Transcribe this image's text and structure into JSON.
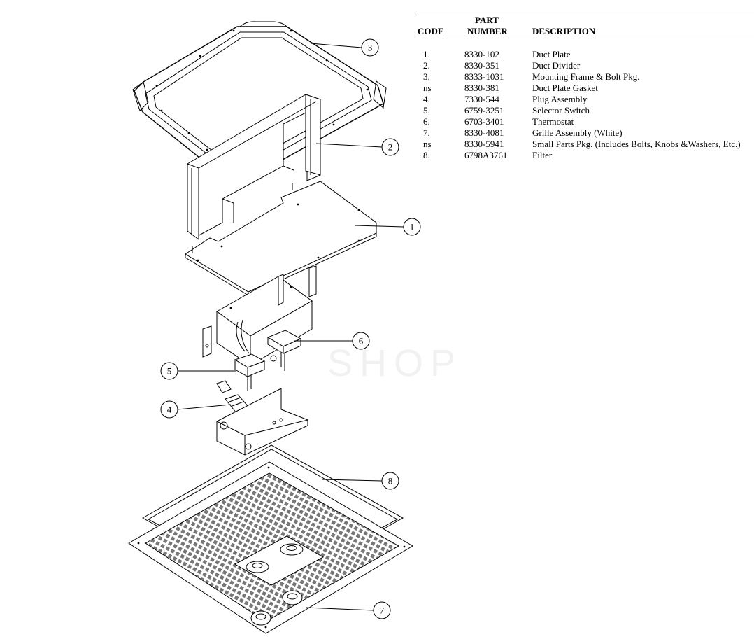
{
  "table": {
    "headers": {
      "code": "CODE",
      "part_top": "PART",
      "part_bottom": "NUMBER",
      "description": "DESCRIPTION"
    },
    "rows": [
      {
        "code": "1.",
        "part": "8330-102",
        "description": "Duct Plate"
      },
      {
        "code": "2.",
        "part": "8330-351",
        "description": "Duct Divider"
      },
      {
        "code": "3.",
        "part": "8333-1031",
        "description": "Mounting Frame & Bolt Pkg."
      },
      {
        "code": "ns",
        "part": "8330-381",
        "description": "Duct Plate Gasket"
      },
      {
        "code": "4.",
        "part": "7330-544",
        "description": "Plug Assembly"
      },
      {
        "code": "5.",
        "part": "6759-3251",
        "description": "Selector Switch"
      },
      {
        "code": "6.",
        "part": "6703-3401",
        "description": "Thermostat"
      },
      {
        "code": "7.",
        "part": "8330-4081",
        "description": "Grille Assembly (White)"
      },
      {
        "code": "ns",
        "part": "8330-5941",
        "description": "Small Parts Pkg. (Includes Bolts, Knobs &Washers, Etc.)"
      },
      {
        "code": "8.",
        "part": "6798A3761",
        "description": "Filter"
      }
    ]
  },
  "callouts": [
    "3",
    "2",
    "1",
    "6",
    "5",
    "4",
    "8",
    "7"
  ],
  "watermark": "SHOP"
}
